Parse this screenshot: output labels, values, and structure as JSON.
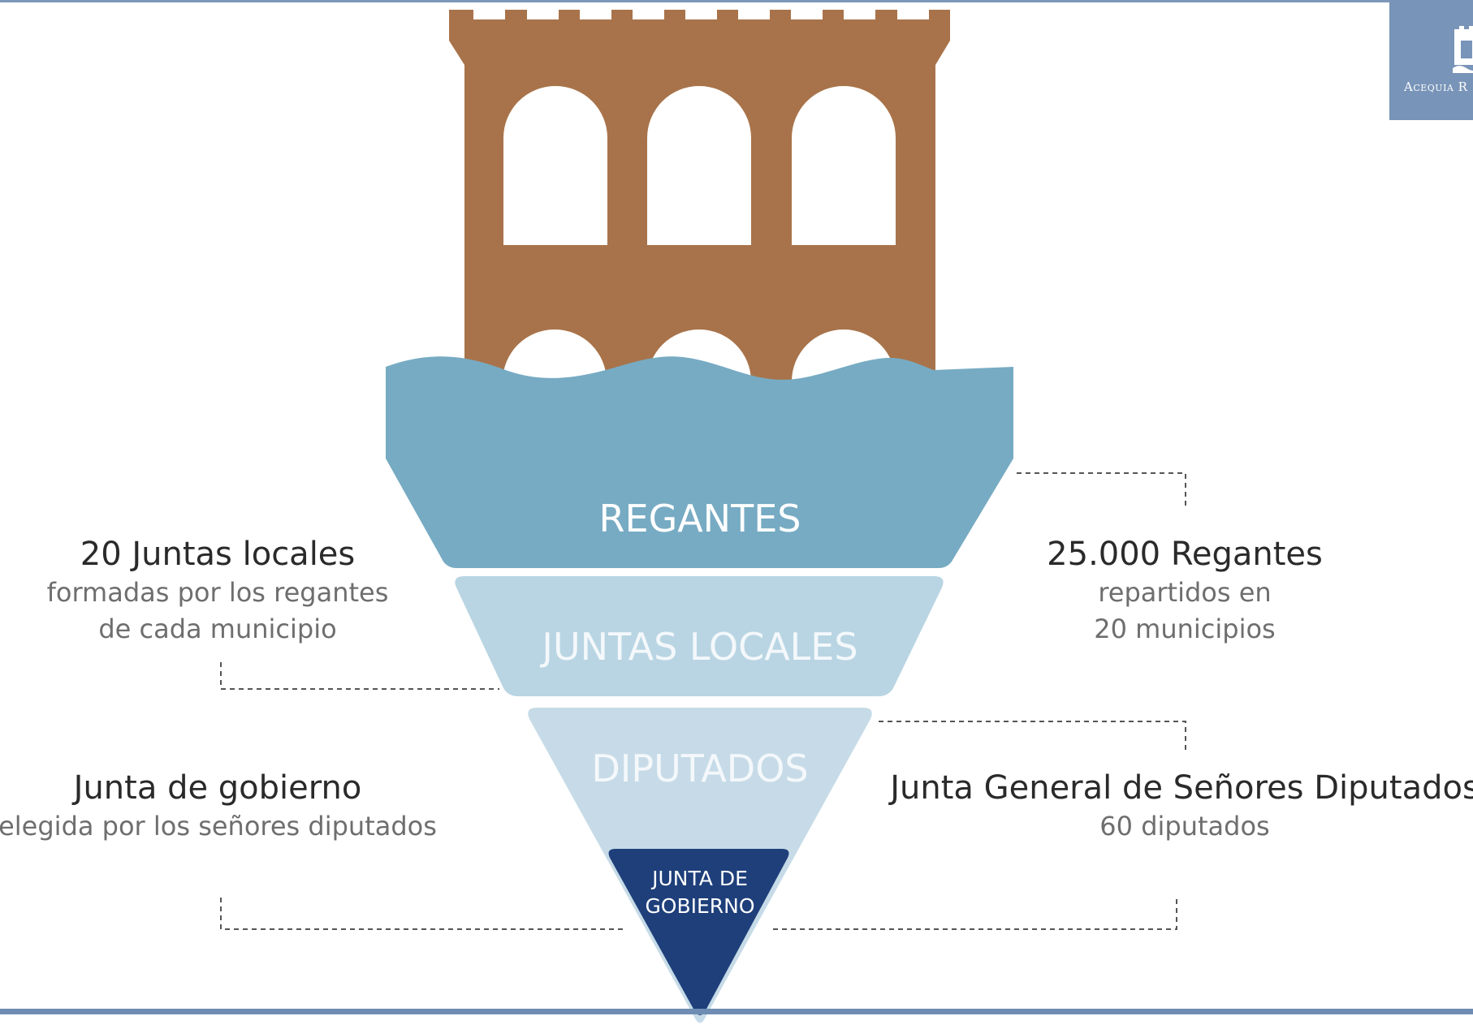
{
  "logo": {
    "text": "Acequia R",
    "icon": "tower-logo-icon"
  },
  "levels": {
    "regantes": "REGANTES",
    "juntas_locales": "JUNTAS LOCALES",
    "diputados": "DIPUTADOS",
    "junta_gobierno_line1": "JUNTA DE",
    "junta_gobierno_line2": "GOBIERNO"
  },
  "annotations": {
    "left_top": {
      "title": "20 Juntas locales",
      "line1": "formadas por los regantes",
      "line2": "de cada municipio"
    },
    "left_bottom": {
      "title": "Junta de gobierno",
      "line1": "elegida por los señores diputados"
    },
    "right_top": {
      "title": "25.000 Regantes",
      "line1": "repartidos en",
      "line2": "20 municipios"
    },
    "right_bottom": {
      "title": "Junta General de Señores Diputados",
      "line1": "60 diputados"
    }
  },
  "colors": {
    "aqueduct": "#a8734a",
    "water": "#77abc3",
    "juntas": "#b9d5e3",
    "diputados": "#c6dbe7",
    "gobierno": "#1e3f7a",
    "connector": "#555555",
    "frame": "#7894b8"
  }
}
